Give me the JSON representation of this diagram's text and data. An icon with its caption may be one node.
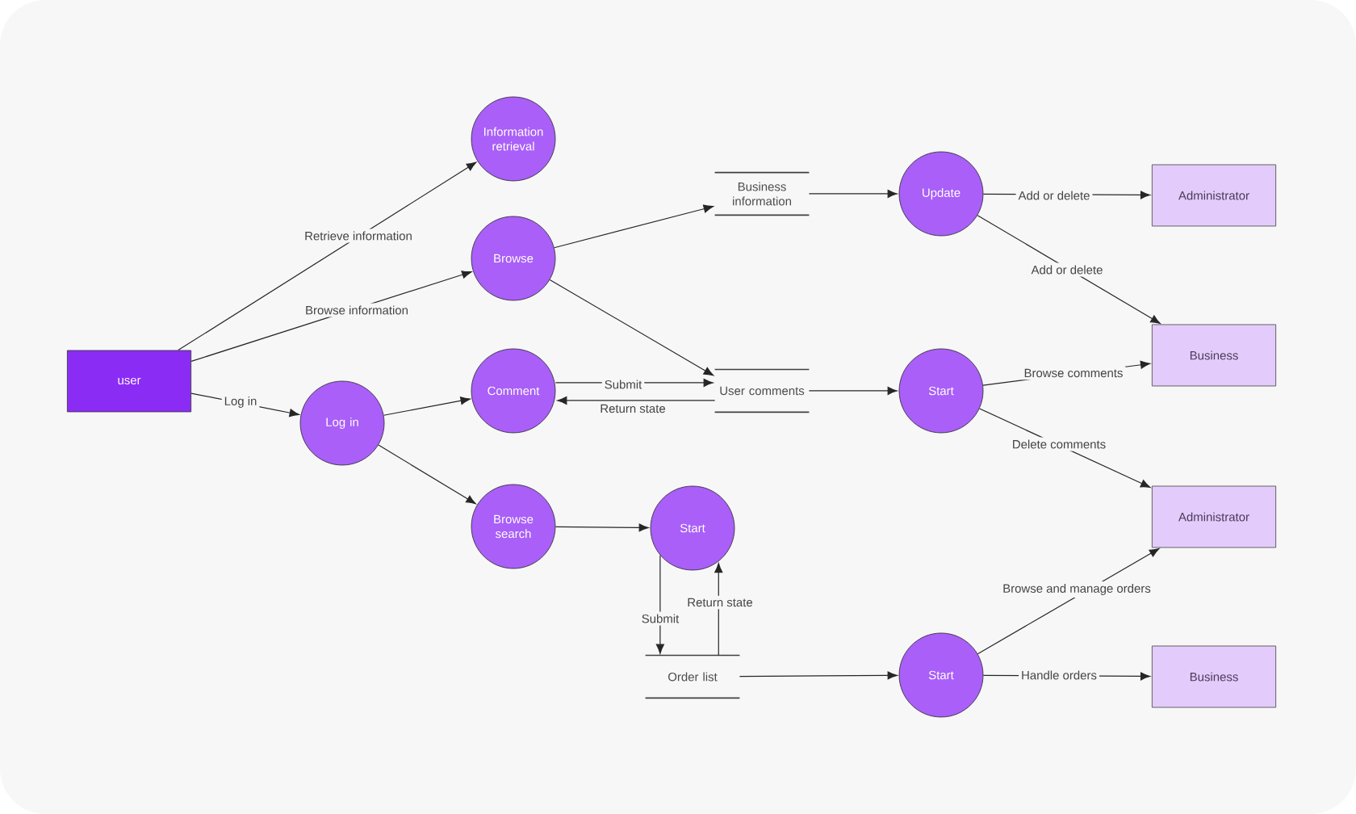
{
  "diagram": {
    "nodes": [
      {
        "text": [
          "user"
        ]
      },
      {
        "text": [
          "Information retrieval"
        ]
      },
      {
        "text": [
          "Browse"
        ]
      },
      {
        "text": [
          "Log in"
        ]
      },
      {
        "text": [
          "Comment"
        ]
      },
      {
        "text": [
          "Browse search"
        ]
      },
      {
        "text": [
          "Start"
        ]
      },
      {
        "text": [
          "Business information"
        ]
      },
      {
        "text": [
          "User comments"
        ]
      },
      {
        "text": [
          "Order list"
        ]
      },
      {
        "text": [
          "Update"
        ]
      },
      {
        "text": [
          "Start"
        ]
      },
      {
        "text": [
          "Start"
        ]
      },
      {
        "text": [
          "Administrator"
        ]
      },
      {
        "text": [
          "Business"
        ]
      },
      {
        "text": [
          "Administrator"
        ]
      },
      {
        "text": [
          "Business"
        ]
      }
    ],
    "edges": [
      {
        "from": 0,
        "to": 1,
        "arrow": "to",
        "label": "Retrieve information"
      },
      {
        "from": 0,
        "to": 2,
        "arrow": "to",
        "label": "Browse information"
      },
      {
        "from": 0,
        "to": 3,
        "arrow": "to",
        "label": "Log in"
      },
      {
        "from": 3,
        "to": 4,
        "arrow": "to"
      },
      {
        "from": 3,
        "to": 5,
        "arrow": "to"
      },
      {
        "from": 2,
        "to": 7,
        "arrow": "to"
      },
      {
        "from": 2,
        "to": 8,
        "arrow": "to"
      },
      {
        "from": 4,
        "to": 8,
        "arrow": "to",
        "label": "Submit"
      },
      {
        "from": 8,
        "to": 4,
        "arrow": "to",
        "label": "Return state"
      },
      {
        "from": 5,
        "to": 6,
        "arrow": "to"
      },
      {
        "from": 6,
        "to": 9,
        "arrow": "to",
        "label": "Submit"
      },
      {
        "from": 9,
        "to": 6,
        "arrow": "to",
        "label": "Return state"
      },
      {
        "from": 7,
        "to": 10,
        "arrow": "to"
      },
      {
        "from": 8,
        "to": 11,
        "arrow": "to"
      },
      {
        "from": 9,
        "to": 12,
        "arrow": "to"
      },
      {
        "from": 10,
        "to": 13,
        "arrow": "to",
        "label": "Add or delete"
      },
      {
        "from": 10,
        "to": 14,
        "arrow": "to",
        "label": "Add or delete"
      },
      {
        "from": 11,
        "to": 14,
        "arrow": "to",
        "label": "Browse comments"
      },
      {
        "from": 11,
        "to": 15,
        "arrow": "to",
        "label": "Delete comments"
      },
      {
        "from": 12,
        "to": 15,
        "arrow": "to",
        "label": "Browse and manage orders"
      },
      {
        "from": 12,
        "to": 16,
        "arrow": "to",
        "label": "Handle orders"
      }
    ]
  }
}
